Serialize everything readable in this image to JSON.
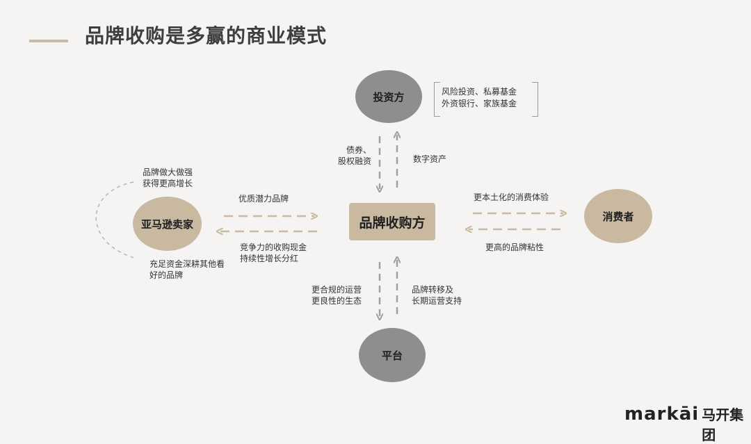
{
  "title": "品牌收购是多赢的商业模式",
  "nodes": {
    "investor": "投资方",
    "platform": "平台",
    "seller": "亚马逊卖家",
    "consumer": "消费者",
    "center": "品牌收购方"
  },
  "investor_examples": [
    "风险投资、私募基金",
    "外资银行、家族基金"
  ],
  "labels": {
    "to_investor_left": [
      "债券、",
      "股权融资"
    ],
    "to_investor_right": "数字资产",
    "seller_top": [
      "品牌做大做强",
      "获得更高增长"
    ],
    "seller_to_center": "优质潜力品牌",
    "center_to_seller": [
      "竞争力的收购现金",
      "持续性增长分红"
    ],
    "seller_bottom": [
      "充足资金深耕其他看",
      "好的品牌"
    ],
    "center_to_consumer": "更本土化的消费体验",
    "consumer_to_center": "更高的品牌粘性",
    "to_platform_left": [
      "更合规的运营",
      "更良性的生态"
    ],
    "to_platform_right": [
      "品牌转移及",
      "长期运营支持"
    ]
  },
  "colors": {
    "background": "#f5f4f2",
    "grey_node": "#8e8e8e",
    "tan_node": "#c8b9a0",
    "arrow_vertical": "#a0a0a0",
    "arrow_horizontal": "#c8b9a0"
  },
  "logo": {
    "en": "markāi",
    "cn": "马开集团"
  }
}
